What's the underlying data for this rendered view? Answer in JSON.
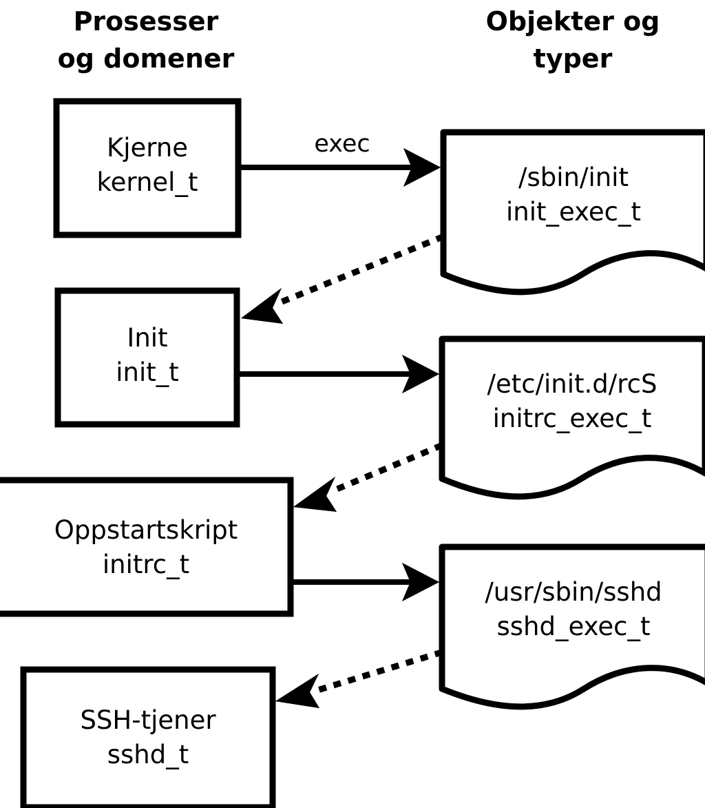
{
  "diagram": {
    "title_columns": [
      {
        "id": "processes",
        "line1": "Prosesser",
        "line2": "og domener"
      },
      {
        "id": "objects",
        "line1": "Objekter og",
        "line2": "typer"
      }
    ],
    "colors": {
      "stroke": "#000000",
      "fill": "#ffffff",
      "text": "#000000"
    },
    "domains": [
      {
        "id": "kernel",
        "line1": "Kjerne",
        "line2": "kernel_t"
      },
      {
        "id": "init",
        "line1": "Init",
        "line2": "init_t"
      },
      {
        "id": "initrc",
        "line1": "Oppstartskript",
        "line2": "initrc_t"
      },
      {
        "id": "sshd",
        "line1": "SSH-tjener",
        "line2": "sshd_t"
      }
    ],
    "objects": [
      {
        "id": "init_exec",
        "line1": "/sbin/init",
        "line2": "init_exec_t"
      },
      {
        "id": "initrc_exec",
        "line1": "/etc/init.d/rcS",
        "line2": "initrc_exec_t"
      },
      {
        "id": "sshd_exec",
        "line1": "/usr/sbin/sshd",
        "line2": "sshd_exec_t"
      }
    ],
    "edges": [
      {
        "id": "kernel-exec-init_exec",
        "from": "kernel",
        "to": "init_exec",
        "label": "exec",
        "style": "solid"
      },
      {
        "id": "init_exec-transition-init",
        "from": "init_exec",
        "to": "init",
        "label": "",
        "style": "dotted"
      },
      {
        "id": "init-exec-initrc_exec",
        "from": "init",
        "to": "initrc_exec",
        "label": "",
        "style": "solid"
      },
      {
        "id": "initrc_exec-transition-initrc",
        "from": "initrc_exec",
        "to": "initrc",
        "label": "",
        "style": "dotted"
      },
      {
        "id": "initrc-exec-sshd_exec",
        "from": "initrc",
        "to": "sshd_exec",
        "label": "",
        "style": "solid"
      },
      {
        "id": "sshd_exec-transition-sshd",
        "from": "sshd_exec",
        "to": "sshd",
        "label": "",
        "style": "dotted"
      }
    ]
  }
}
